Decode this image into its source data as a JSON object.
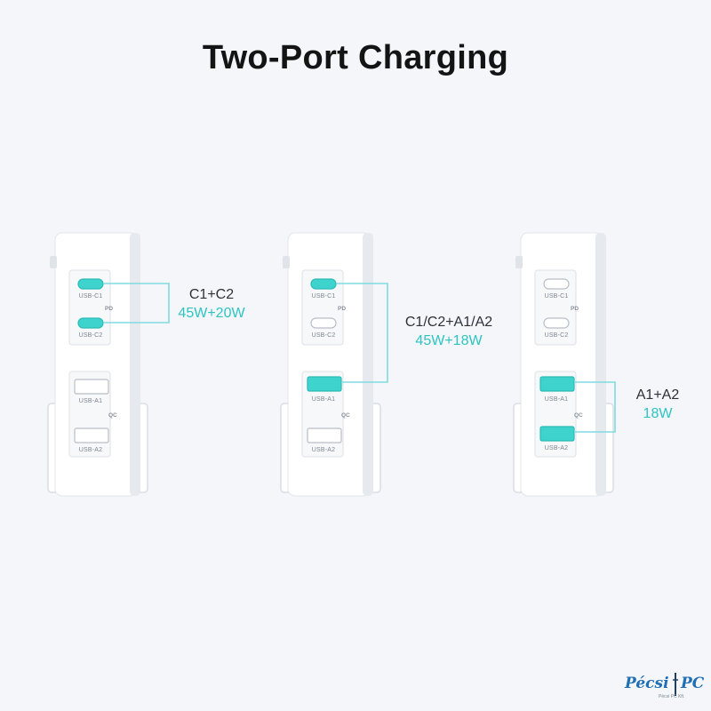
{
  "title": "Two-Port Charging",
  "ports": {
    "c1": "USB-C1",
    "c2": "USB-C2",
    "a1": "USB-A1",
    "a2": "USB-A2",
    "pd": "PD",
    "qc": "QC"
  },
  "configs": [
    {
      "mode": "C1+C2",
      "power": "45W+20W",
      "active": [
        "c1",
        "c2"
      ]
    },
    {
      "mode": "C1/C2+A1/A2",
      "power": "45W+18W",
      "active": [
        "c1",
        "a1"
      ]
    },
    {
      "mode": "A1+A2",
      "power": "18W",
      "active": [
        "a1",
        "a2"
      ]
    }
  ],
  "colors": {
    "active": "#3ed3cc",
    "accent_text": "#2ec4c4",
    "bracket": "#7fdbe0"
  },
  "logo": {
    "text_left": "Pécsi",
    "text_right": "PC",
    "sub": "Pécsi PC Kft."
  }
}
